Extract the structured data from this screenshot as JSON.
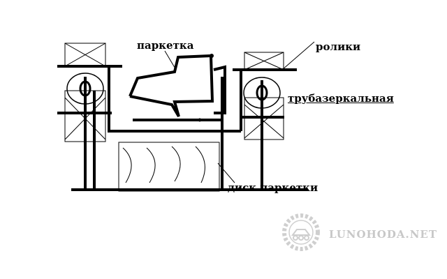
{
  "labels": {
    "carriage": "паркетка",
    "rollers": "ролики",
    "mirror_tube": "трубазеркальная",
    "carriage_disc": "диск паркетки"
  },
  "watermark": {
    "text": "LUNOHODA.NET",
    "logo_icon": "lunar-rover-emblem-icon"
  },
  "colors": {
    "ink": "#000000",
    "watermark": "#c8c8c8"
  }
}
